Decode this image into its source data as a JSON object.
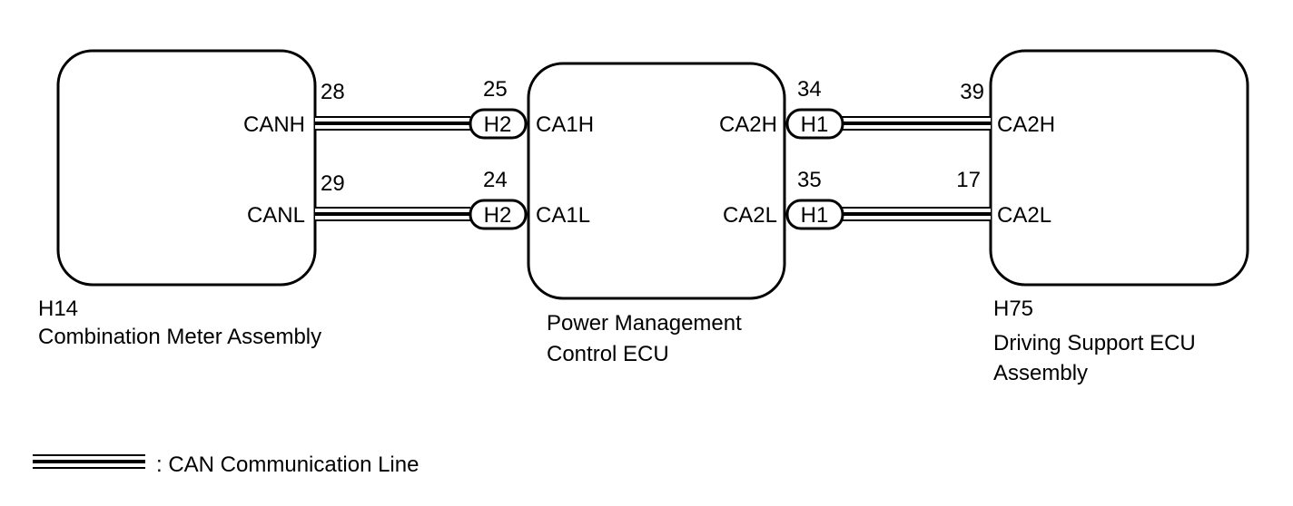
{
  "components": {
    "left": {
      "code": "H14",
      "name_line1": "Combination Meter Assembly"
    },
    "center": {
      "name_line1": "Power Management",
      "name_line2": "Control ECU"
    },
    "right": {
      "code": "H75",
      "name_line1": "Driving Support ECU",
      "name_line2": "Assembly"
    }
  },
  "terminals": {
    "left_high": {
      "label": "CANH",
      "pin": "28"
    },
    "left_low": {
      "label": "CANL",
      "pin": "29"
    },
    "center_left_high": {
      "label": "CA1H",
      "pin": "25"
    },
    "center_left_low": {
      "label": "CA1L",
      "pin": "24"
    },
    "center_right_high": {
      "label": "CA2H",
      "pin": "34"
    },
    "center_right_low": {
      "label": "CA2L",
      "pin": "35"
    },
    "right_high": {
      "label": "CA2H",
      "pin": "39"
    },
    "right_low": {
      "label": "CA2L",
      "pin": "17"
    }
  },
  "connectors": {
    "h2_top": "H2",
    "h2_bottom": "H2",
    "h1_top": "H1",
    "h1_bottom": "H1"
  },
  "legend": {
    "label": ": CAN Communication Line"
  }
}
